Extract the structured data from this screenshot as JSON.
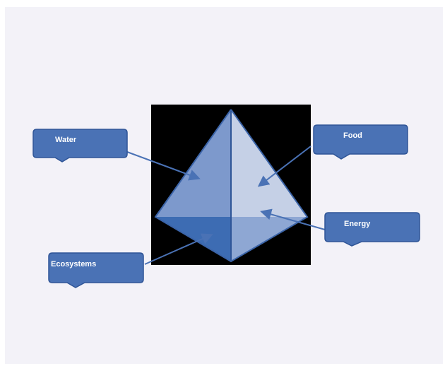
{
  "diagram": {
    "callouts": {
      "water": "Water",
      "food": "Food",
      "energy": "Energy",
      "ecosystems": "Ecosystems"
    }
  },
  "colors": {
    "slide_background": "#f3f2f8",
    "image_background": "#000000",
    "callout_fill": "#4a72b5",
    "callout_stroke": "#2f5597",
    "arrow": "#4a72b5",
    "face_left": "#7d99cc",
    "face_right": "#c5d0e6",
    "face_bottom": "#3d6cb3",
    "face_bottom_right": "#8ea7d3"
  }
}
